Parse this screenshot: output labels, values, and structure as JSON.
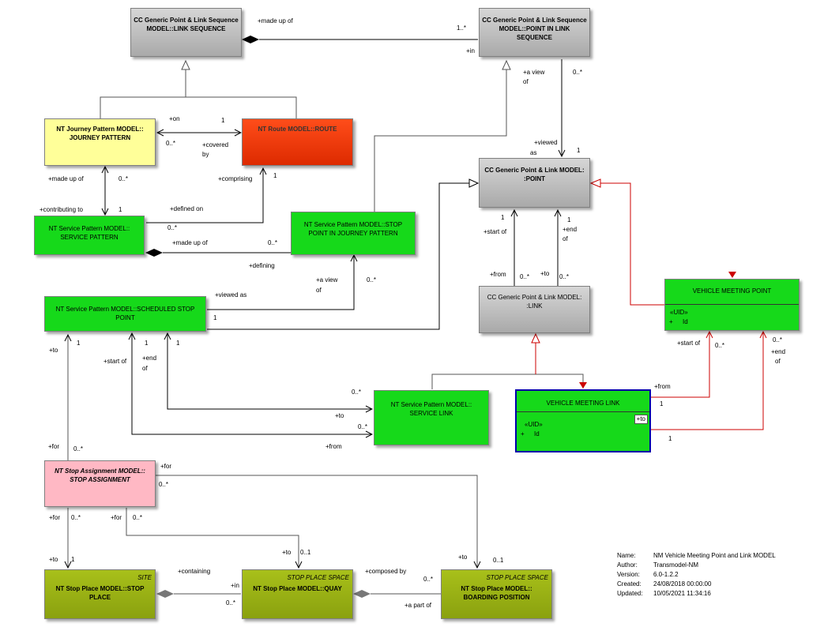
{
  "boxes": {
    "link_sequence": "CC Generic Point & Link Sequence MODEL::LINK SEQUENCE",
    "point_in_link_sequence": "CC Generic Point & Link Sequence MODEL::POINT IN LINK SEQUENCE",
    "journey_pattern": "NT Journey Pattern MODEL:: JOURNEY PATTERN",
    "route": "NT Route MODEL::ROUTE",
    "point": "CC Generic Point & Link MODEL: :POINT",
    "service_pattern": "NT Service Pattern MODEL:: SERVICE PATTERN",
    "stop_point_in_jp": "NT Service Pattern MODEL::STOP POINT IN JOURNEY PATTERN",
    "scheduled_stop_point": "NT Service Pattern MODEL::SCHEDULED STOP POINT",
    "link": "CC Generic Point & Link MODEL: :LINK",
    "vehicle_meeting_point": "VEHICLE MEETING POINT",
    "vmp_uid": "«UID»",
    "vmp_id": "Id",
    "vmp_vis": "+",
    "service_link": "NT Service Pattern MODEL:: SERVICE LINK",
    "vehicle_meeting_link": "VEHICLE MEETING LINK",
    "vml_uid": "«UID»",
    "vml_id": "Id",
    "vml_vis": "+",
    "vml_to": "+to",
    "stop_assignment": "NT Stop Assignment MODEL:: STOP ASSIGNMENT",
    "stop_place_stereo": "SITE",
    "stop_place": "NT Stop Place MODEL::STOP PLACE",
    "quay_stereo": "STOP PLACE SPACE",
    "quay": "NT Stop Place MODEL::QUAY",
    "boarding_stereo": "STOP PLACE SPACE",
    "boarding_position": "NT Stop Place MODEL:: BOARDING POSITION"
  },
  "labels": [
    "+made up of",
    "1..*",
    "+in",
    "+a view",
    "of",
    "0..*",
    "+on",
    "1",
    "0..*",
    "+covered",
    "by",
    "+made up of",
    "0..*",
    "+contributing to",
    "1",
    "+comprising",
    "1",
    "+defined on",
    "0..*",
    "+viewed",
    "as",
    "1",
    "1",
    "+start of",
    "1",
    "+end",
    "of",
    "+made up of",
    "0..*",
    "+defining",
    "+from",
    "0..*",
    "+to",
    "0..*",
    "+a view",
    "of",
    "0..*",
    "+viewed as",
    "1",
    "+to",
    "1",
    "1",
    "1",
    "+start of",
    "+end",
    "of",
    "+start of",
    "0..*",
    "0..*",
    "+end",
    "of",
    "0..*",
    "+to",
    "0..*",
    "+from",
    "+from",
    "1",
    "1",
    "+for",
    "0..*",
    "+for",
    "0..*",
    "+for",
    "0..*",
    "+for",
    "0..*",
    "+to",
    "1",
    "+to",
    "0..1",
    "+to",
    "0..1",
    "+containing",
    "+in",
    "0..*",
    "+composed by",
    "0..*",
    "+a part of"
  ],
  "meta": {
    "name_label": "Name:",
    "name": "NM Vehicle Meeting Point and Link MODEL",
    "author_label": "Author:",
    "author": "Transmodel-NM",
    "version_label": "Version:",
    "version": "6.0-1.2.2",
    "created_label": "Created:",
    "created": "24/08/2018 00:00:00",
    "updated_label": "Updated:",
    "updated": "10/05/2021 11:34:16"
  },
  "colors": {
    "grey": "#a9a9a9",
    "green": "#16d91a",
    "olive": "#9ab014",
    "yellow": "#ffff99",
    "red": "#e83a0d",
    "pink": "#ffb8c4",
    "red_line": "#cc0000",
    "blue_border": "#0000aa"
  }
}
